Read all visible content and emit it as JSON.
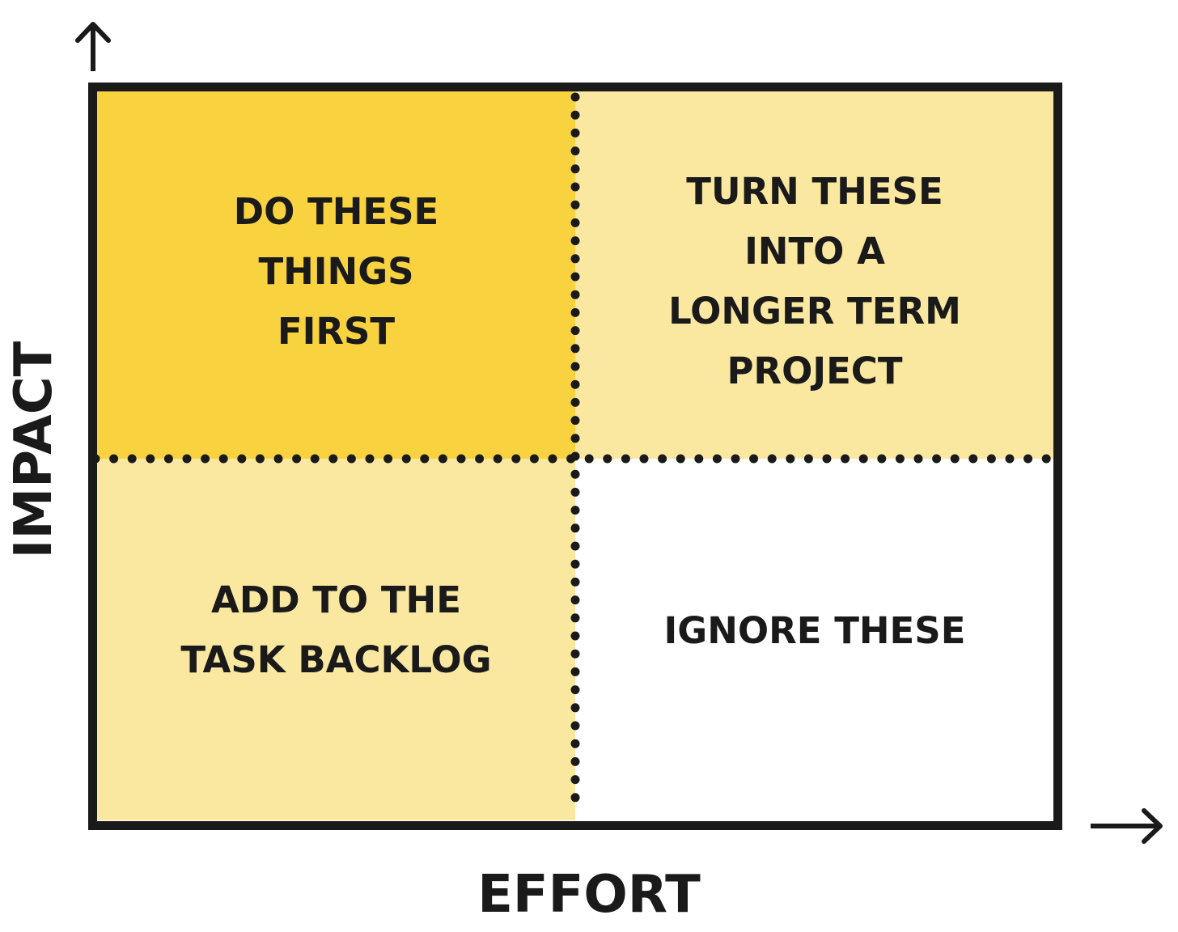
{
  "diagram": {
    "x_axis_label": "EFFORT",
    "y_axis_label": "IMPACT",
    "quadrants": {
      "top_left": {
        "label": "DO THESE\nTHINGS\nFIRST",
        "color": "#f9d33f"
      },
      "top_right": {
        "label": "TURN THESE\nINTO A\nLONGER TERM\nPROJECT",
        "color": "#fbe8a0"
      },
      "bottom_left": {
        "label": "ADD TO THE\nTASK BACKLOG",
        "color": "#fbe8a0"
      },
      "bottom_right": {
        "label": "IGNORE THESE",
        "color": "#ffffff"
      }
    },
    "line_color": "#1a1a1a"
  }
}
